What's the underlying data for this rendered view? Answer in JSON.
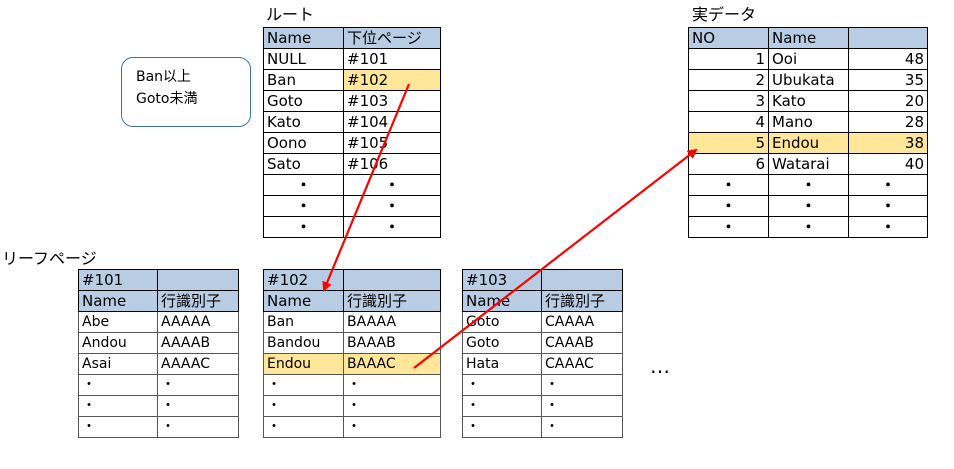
{
  "labels": {
    "root": "ルート",
    "data": "実データ",
    "leaf_pages": "リーフページ"
  },
  "note": {
    "line1": "Ban以上",
    "line2": "Goto未満"
  },
  "root_table": {
    "headers": [
      "Name",
      "下位ページ"
    ],
    "rows": [
      [
        "NULL",
        "#101"
      ],
      [
        "Ban",
        "#102"
      ],
      [
        "Goto",
        "#103"
      ],
      [
        "Kato",
        "#104"
      ],
      [
        "Oono",
        "#105"
      ],
      [
        "Sato",
        "#106"
      ]
    ],
    "dot_rows": 3,
    "dot": "・"
  },
  "data_table": {
    "headers": [
      "NO",
      "Name",
      ""
    ],
    "rows": [
      [
        "1",
        "Ooi",
        "48"
      ],
      [
        "2",
        "Ubukata",
        "35"
      ],
      [
        "3",
        "Kato",
        "20"
      ],
      [
        "4",
        "Mano",
        "28"
      ],
      [
        "5",
        "Endou",
        "38"
      ],
      [
        "6",
        "Watarai",
        "40"
      ]
    ],
    "dot_rows": 3,
    "dot": "・"
  },
  "leaf_pages": [
    {
      "page": "#101",
      "headers": [
        "Name",
        "行識別子"
      ],
      "rows": [
        [
          "Abe",
          "AAAAA"
        ],
        [
          "Andou",
          "AAAAB"
        ],
        [
          "Asai",
          "AAAAC"
        ]
      ],
      "dot_rows": 3
    },
    {
      "page": "#102",
      "headers": [
        "Name",
        "行識別子"
      ],
      "rows": [
        [
          "Ban",
          "BAAAA"
        ],
        [
          "Bandou",
          "BAAAB"
        ],
        [
          "Endou",
          "BAAAC"
        ]
      ],
      "dot_rows": 3
    },
    {
      "page": "#103",
      "headers": [
        "Name",
        "行識別子"
      ],
      "rows": [
        [
          "Goto",
          "CAAAA"
        ],
        [
          "Goto",
          "CAAAB"
        ],
        [
          "Hata",
          "CAAAC"
        ]
      ],
      "dot_rows": 3
    }
  ],
  "leaf_dot": "・",
  "ellipsis": "…",
  "colors": {
    "header": "#b8cce4",
    "highlight": "#ffe699",
    "arrow": "#ff0000",
    "note_border": "#41719c"
  }
}
